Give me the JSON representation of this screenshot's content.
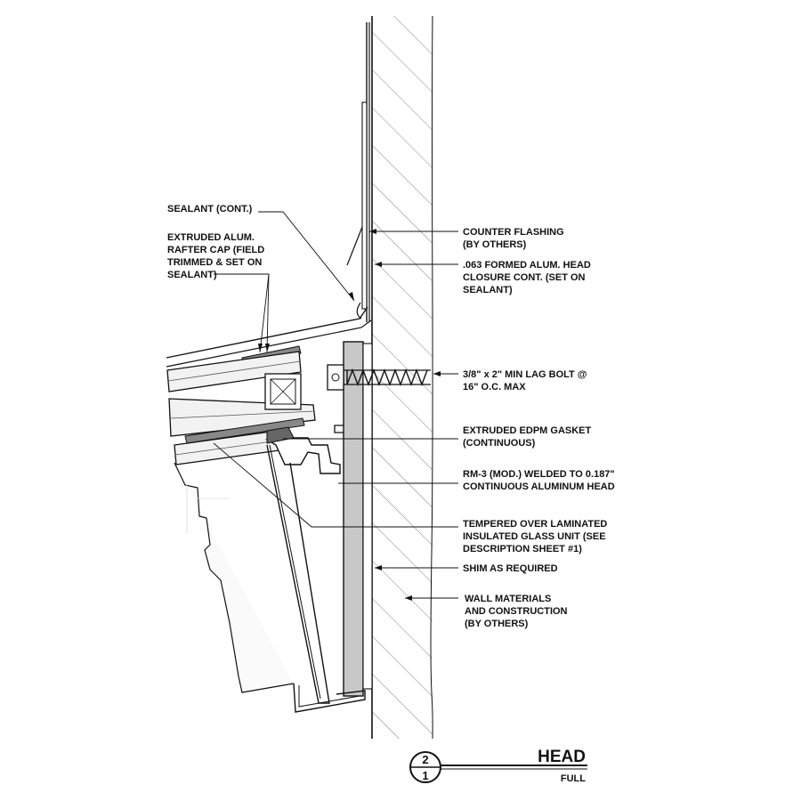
{
  "notes": {
    "sealant": [
      "SEALANT (CONT.)"
    ],
    "rafter_cap": [
      "EXTRUDED ALUM.",
      "RAFTER CAP  (FIELD",
      "TRIMMED & SET ON",
      "SEALANT)"
    ],
    "counter_flashing": [
      "COUNTER FLASHING",
      "(BY OTHERS)"
    ],
    "head_closure": [
      ".063 FORMED ALUM. HEAD",
      "CLOSURE CONT. (SET ON",
      "SEALANT)"
    ],
    "lag_bolt": [
      "3/8\" x 2\" MIN LAG BOLT @",
      "16\" O.C. MAX"
    ],
    "gasket": [
      "EXTRUDED EDPM GASKET",
      "(CONTINUOUS)"
    ],
    "rm3": [
      "RM-3 (MOD.) WELDED TO 0.187\"",
      "CONTINUOUS ALUMINUM HEAD"
    ],
    "glass": [
      "TEMPERED OVER LAMINATED",
      "INSULATED GLASS UNIT (SEE",
      "DESCRIPTION SHEET #1)"
    ],
    "shim": [
      "SHIM AS REQUIRED"
    ],
    "wall": [
      "WALL MATERIALS",
      "AND CONSTRUCTION",
      "(BY OTHERS)"
    ]
  },
  "title_block": {
    "detail_number": "2",
    "sheet_number": "1",
    "title": "HEAD",
    "scale": "FULL"
  }
}
